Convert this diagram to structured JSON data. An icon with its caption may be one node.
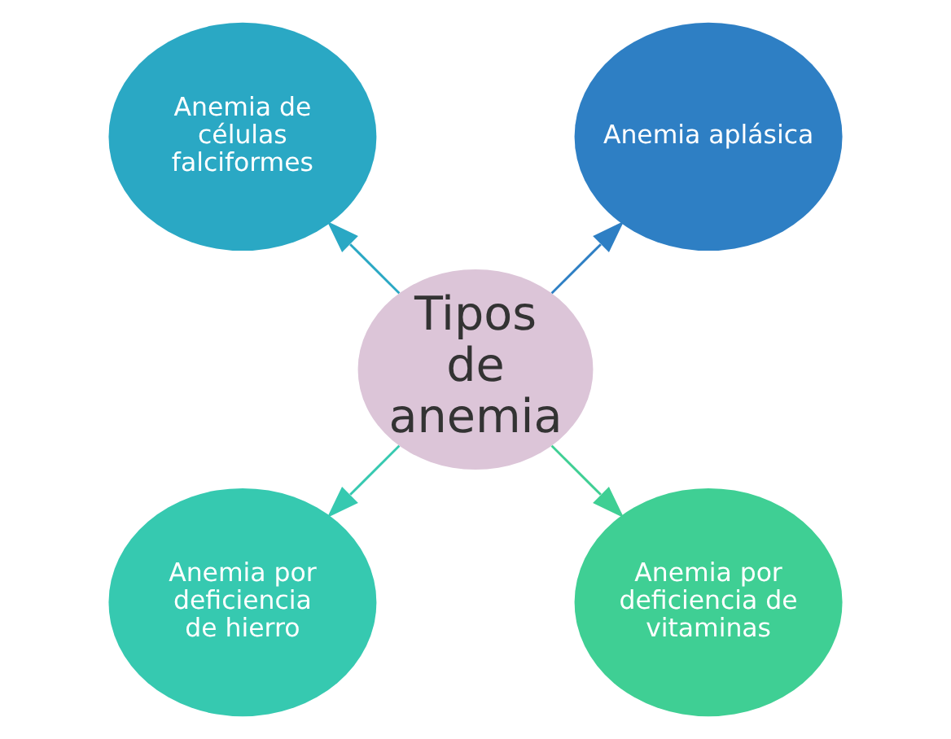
{
  "diagram": {
    "nodes": [
      {
        "text": [
          "Tipos de anemia"
        ]
      },
      {
        "text": [
          "Anemia aplásica"
        ]
      },
      {
        "text": [
          "Anemia de células falciformes"
        ]
      },
      {
        "text": [
          "Anemia por deficiencia de hierro"
        ]
      },
      {
        "text": [
          "Anemia por deficiencia de vitaminas"
        ]
      }
    ],
    "edges": [
      {
        "from": 0,
        "to": 1,
        "arrow": "to",
        "color": "#2e7fc4"
      },
      {
        "from": 0,
        "to": 2,
        "arrow": "to",
        "color": "#2aa8c4"
      },
      {
        "from": 0,
        "to": 3,
        "arrow": "to",
        "color": "#36c9b0"
      },
      {
        "from": 0,
        "to": 4,
        "arrow": "to",
        "color": "#3fcf94"
      }
    ]
  }
}
